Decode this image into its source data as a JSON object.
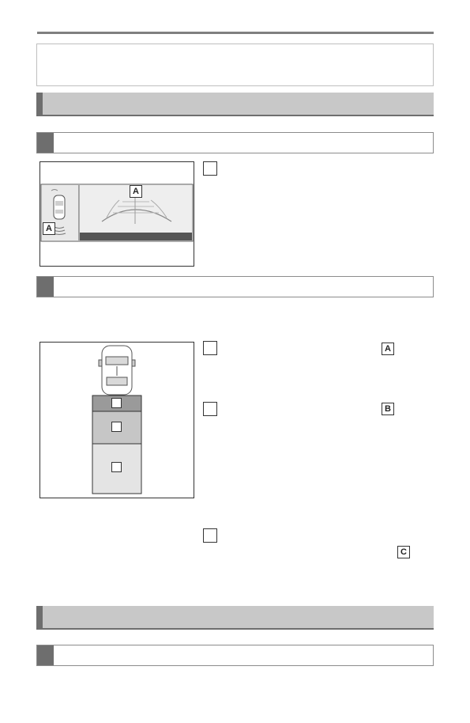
{
  "header": {
    "note_text": ""
  },
  "sections": [
    {
      "title": ""
    },
    {
      "title": ""
    }
  ],
  "subsections": [
    {
      "title": ""
    },
    {
      "title": ""
    },
    {
      "title": ""
    }
  ],
  "callouts": {
    "camera_view": [
      "A",
      "A"
    ],
    "text_markers": [
      "A",
      "B",
      "C"
    ]
  },
  "colors": {
    "section_bar": "#c8c8c8",
    "accent": "#6e6e6e",
    "zone_near": "#9a9a9a",
    "zone_middle": "#c6c6c6",
    "zone_far": "#e4e4e4"
  },
  "icons": [
    "car-top-view-icon",
    "sensor-wave-icon"
  ]
}
